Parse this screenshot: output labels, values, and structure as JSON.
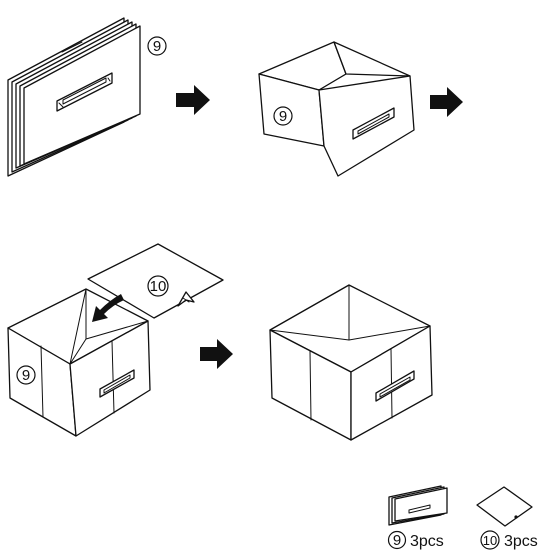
{
  "parts": {
    "panel": "9",
    "base": "10"
  },
  "parts_list": [
    {
      "part": "9",
      "qty": "3pcs"
    },
    {
      "part": "10",
      "qty": "3pcs"
    }
  ],
  "colors": {
    "line": "#111111",
    "background": "#ffffff"
  },
  "icons": [
    "arrow-right-icon",
    "curved-arrow-icon",
    "handle-icon"
  ]
}
